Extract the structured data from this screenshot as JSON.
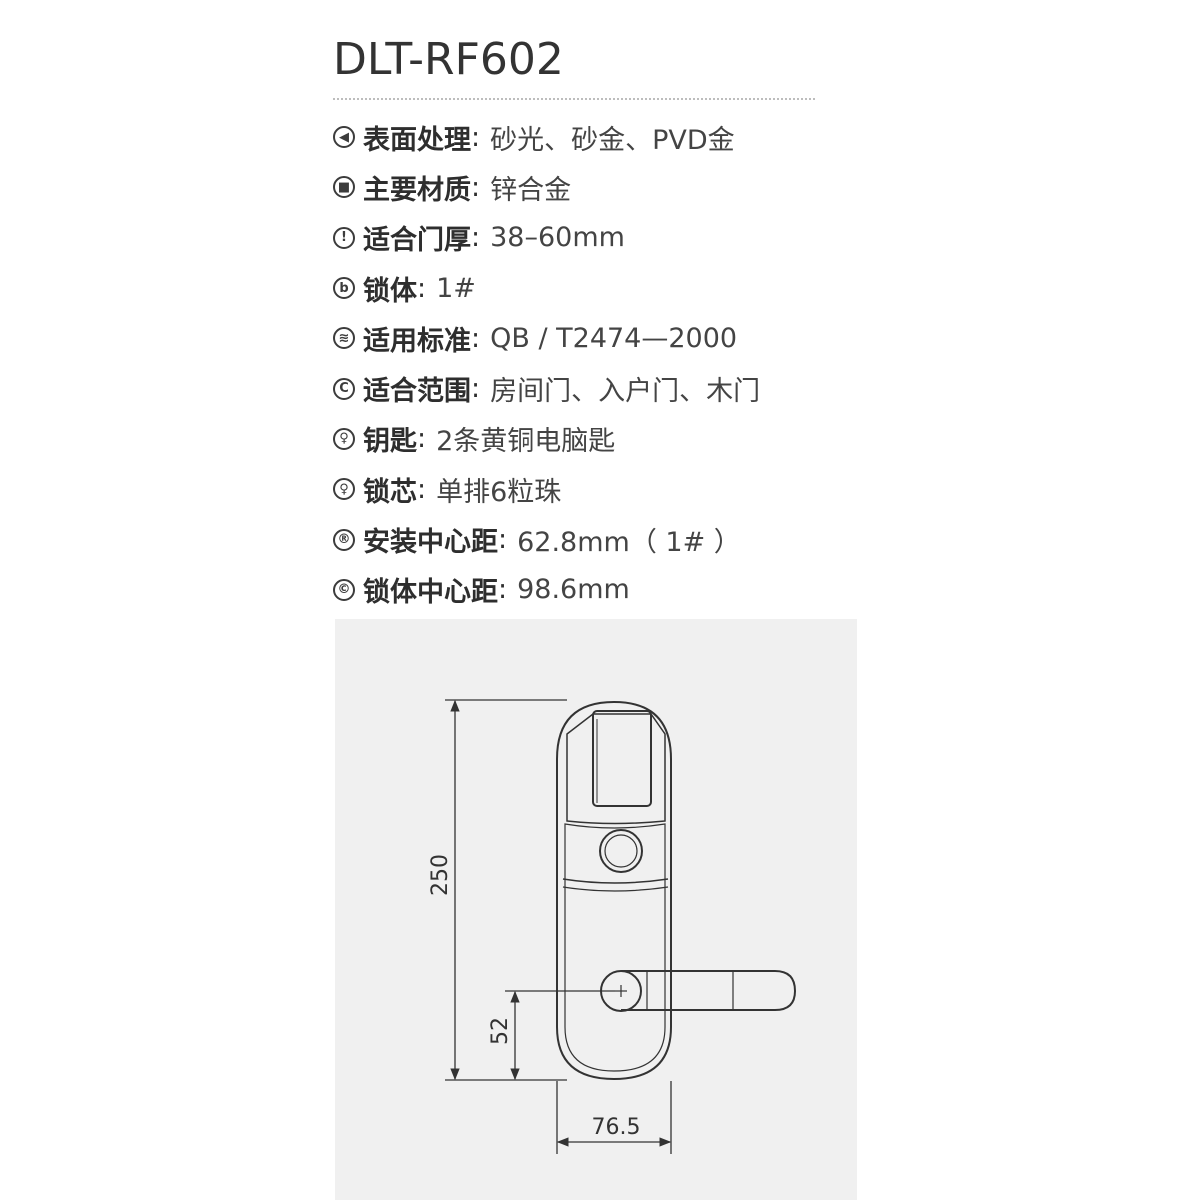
{
  "title": "DLT-RF602",
  "specs": [
    {
      "icon": "surface-treatment-icon",
      "glyph": "◀",
      "label": "表面处理",
      "value": "砂光、砂金、PVD金"
    },
    {
      "icon": "material-icon",
      "glyph": "■",
      "label": "主要材质",
      "value": "锌合金"
    },
    {
      "icon": "door-thickness-icon",
      "glyph": "!",
      "label": "适合门厚",
      "value": "38–60mm"
    },
    {
      "icon": "lock-body-icon",
      "glyph": "b",
      "label": "锁体",
      "value": "1#"
    },
    {
      "icon": "standard-icon",
      "glyph": "≋",
      "label": "适用标准",
      "value": "QB / T2474—2000"
    },
    {
      "icon": "scope-icon",
      "glyph": "C",
      "label": "适合范围",
      "value": "房间门、入户门、木门"
    },
    {
      "icon": "key-icon",
      "glyph": "♀",
      "label": "钥匙",
      "value": "2条黄铜电脑匙"
    },
    {
      "icon": "cylinder-icon",
      "glyph": "♀",
      "label": "锁芯",
      "value": "单排6粒珠"
    },
    {
      "icon": "install-center-icon",
      "glyph": "®",
      "label": "安装中心距",
      "value": "62.8mm（ 1# ）"
    },
    {
      "icon": "lock-center-icon",
      "glyph": "©",
      "label": "锁体中心距",
      "value": "98.6mm"
    }
  ],
  "drawing": {
    "height_dimension": "250",
    "handle_height_dimension": "52",
    "width_dimension": "76.5"
  }
}
